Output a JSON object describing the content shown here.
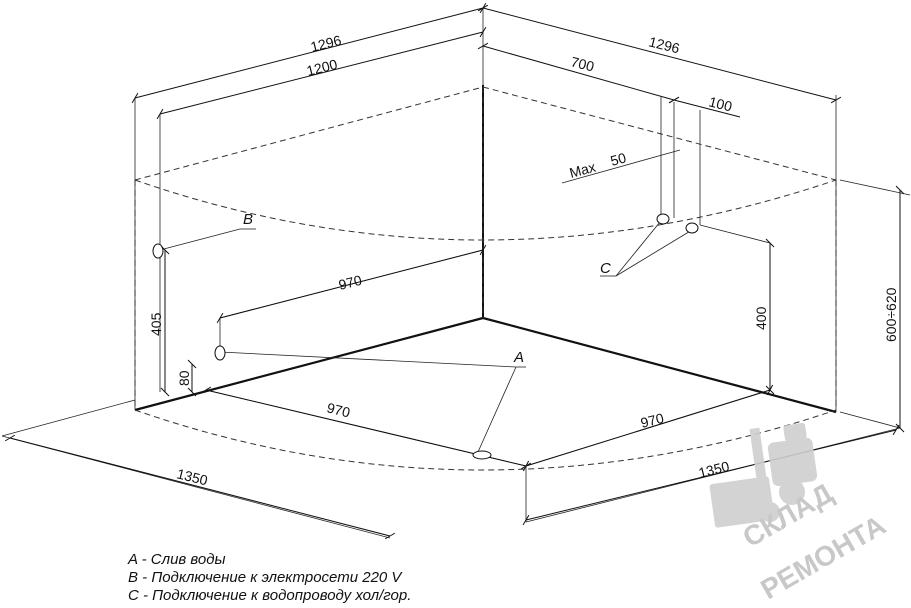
{
  "dimensions": {
    "top_left_outer": "1296",
    "top_left_inner": "1200",
    "top_right_outer": "1296",
    "top_right_700": "700",
    "top_right_100": "100",
    "max_label": "Max",
    "max_value": "50",
    "height_b": "405",
    "height_a": "80",
    "height_c": "400",
    "height_total": "600÷620",
    "floor_970_back": "970",
    "floor_970_left": "970",
    "floor_970_right": "970",
    "base_left": "1350",
    "base_right": "1350"
  },
  "markers": {
    "a": "A",
    "b": "B",
    "c": "C"
  },
  "legend": [
    "A - Слив воды",
    "B - Подключение к электросети 220 V",
    "C - Подключение к водопроводу хол/гор."
  ],
  "watermark": {
    "line1": "СКЛАД",
    "line2": "РЕМОНТА"
  }
}
